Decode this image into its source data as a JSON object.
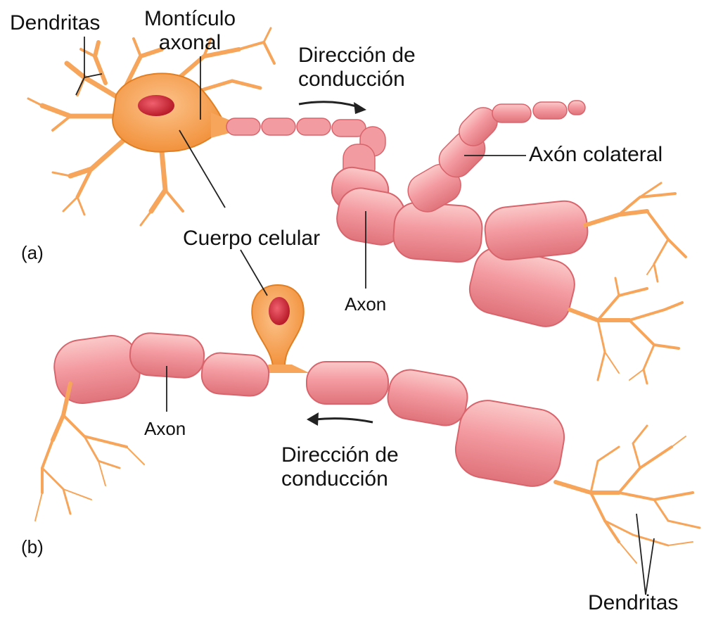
{
  "labels": {
    "dendritas_top": "Dendritas",
    "monticulo_line1": "Montículo",
    "monticulo_line2": "axonal",
    "direccion_a_line1": "Dirección de",
    "direccion_a_line2": "conducción",
    "axon_colateral": "Axón colateral",
    "cuerpo_celular": "Cuerpo celular",
    "axon_a": "Axon",
    "panel_a": "(a)",
    "axon_b": "Axon",
    "direccion_b_line1": "Dirección de",
    "direccion_b_line2": "conducción",
    "panel_b": "(b)",
    "dendritas_bottom": "Dendritas"
  },
  "colors": {
    "soma_fill": "#f7a24a",
    "soma_stroke": "#e07f23",
    "nucleus": "#c4162b",
    "myelin_fill": "#f29ba0",
    "myelin_stroke": "#d8646c",
    "axon_core": "#f3b07a",
    "branch": "#f6a55a"
  }
}
